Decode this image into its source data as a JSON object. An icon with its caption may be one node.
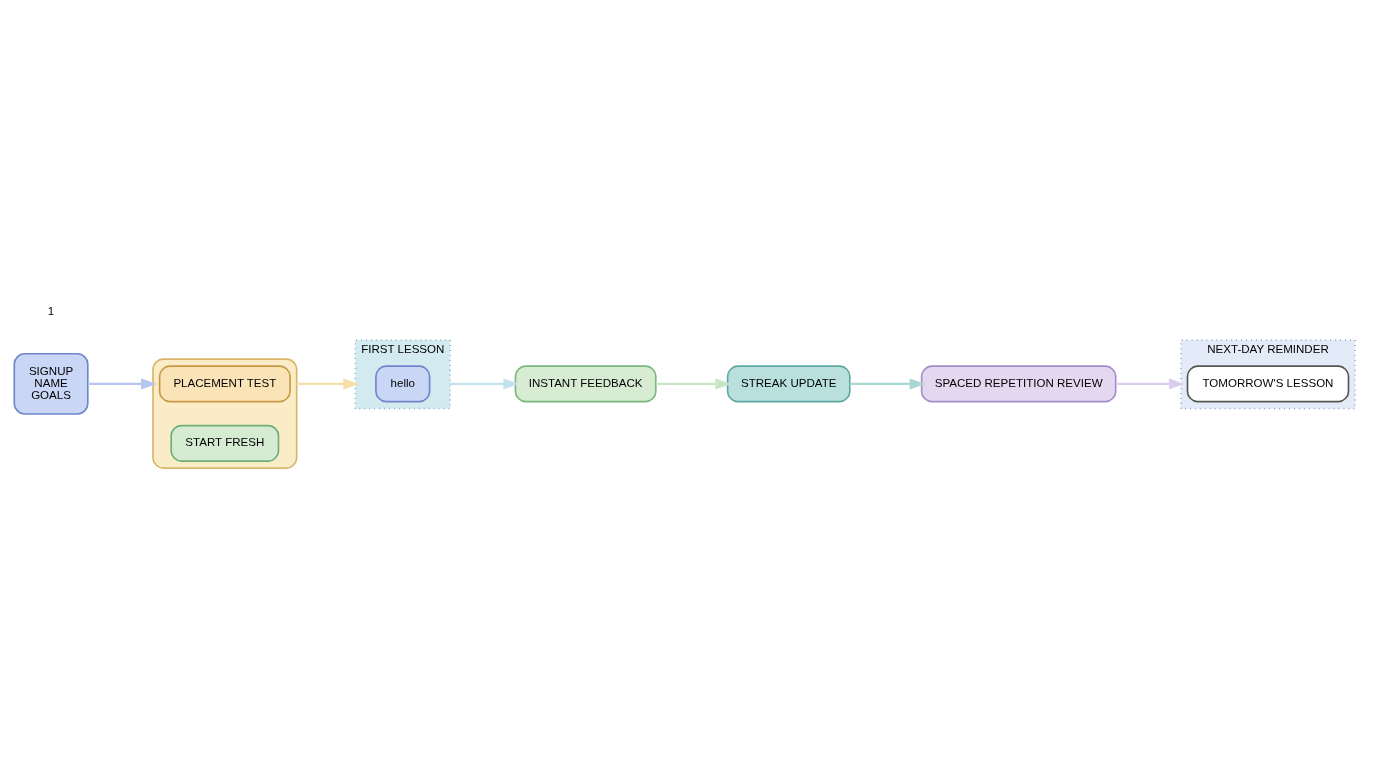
{
  "diagram": {
    "nodes": [
      {
        "text": [
          "SIGNUP",
          "NAME",
          "GOALS"
        ]
      },
      {
        "text": [],
        "shape": "box"
      },
      {
        "text": [
          "PLACEMENT TEST"
        ],
        "in": 1
      },
      {
        "text": [
          "START FRESH"
        ],
        "in": 1
      },
      {
        "text": [
          "FIRST LESSON"
        ]
      },
      {
        "text": [
          "hello"
        ],
        "in": 4
      },
      {
        "text": [
          "INSTANT FEEDBACK"
        ]
      },
      {
        "text": [
          "STREAK UPDATE"
        ]
      },
      {
        "text": [
          "SPACED REPETITION REVIEW"
        ]
      },
      {
        "text": [
          "NEXT-DAY REMINDER"
        ]
      },
      {
        "text": [
          "TOMORROW'S LESSON"
        ],
        "in": 9
      }
    ],
    "edges": [
      {
        "from": 0,
        "to": 1,
        "arrow": "to",
        "color": "#b7c6ee"
      },
      {
        "from": 1,
        "to": 4,
        "arrow": "to",
        "color": "#f7dfa8"
      },
      {
        "from": 4,
        "to": 6,
        "arrow": "to",
        "color": "#c2e2ec"
      },
      {
        "from": 6,
        "to": 7,
        "arrow": "to",
        "color": "#c8e6c3"
      },
      {
        "from": 7,
        "to": 8,
        "arrow": "to",
        "color": "#a9d8d3"
      },
      {
        "from": 8,
        "to": 9,
        "arrow": "to",
        "color": "#dccdee"
      }
    ],
    "labels": [
      "1"
    ]
  }
}
